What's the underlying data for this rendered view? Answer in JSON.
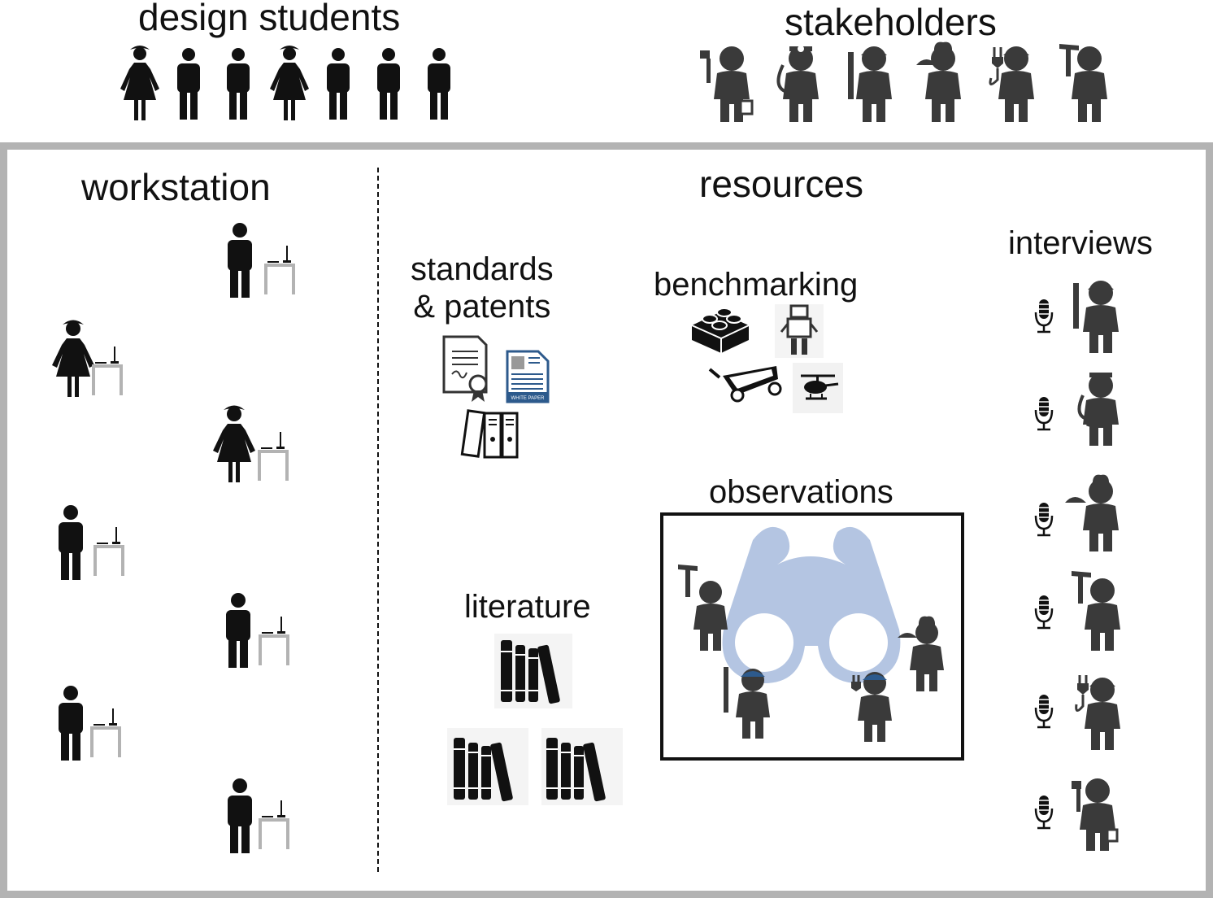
{
  "top": {
    "students_title": "design students",
    "stakeholders_title": "stakeholders"
  },
  "sections": {
    "workstation": "workstation",
    "resources": "resources",
    "interviews": "interviews",
    "standards_line1": "standards",
    "standards_line2": "& patents",
    "benchmarking": "benchmarking",
    "observations": "observations",
    "literature": "literature"
  },
  "icons": {
    "students": [
      "female-person-icon",
      "male-person-icon",
      "male-person-icon",
      "female-person-icon",
      "male-person-icon",
      "male-person-icon",
      "male-person-icon"
    ],
    "stakeholders": [
      "painter-icon",
      "doctor-icon",
      "construction-worker-icon",
      "chef-icon",
      "electrician-icon",
      "carpenter-icon"
    ],
    "workstations": [
      "male",
      "female",
      "female",
      "male",
      "male",
      "male",
      "male"
    ],
    "interviewees": [
      "construction-worker-icon",
      "doctor-icon",
      "chef-icon",
      "carpenter-icon",
      "electrician-icon",
      "painter-icon"
    ]
  },
  "colors": {
    "desk": "#b3b3b3",
    "frame": "#b3b3b3",
    "worker": "#3a3a3a",
    "binoculars": "#b4c5e2",
    "paper_blue": "#2d5a8c"
  }
}
